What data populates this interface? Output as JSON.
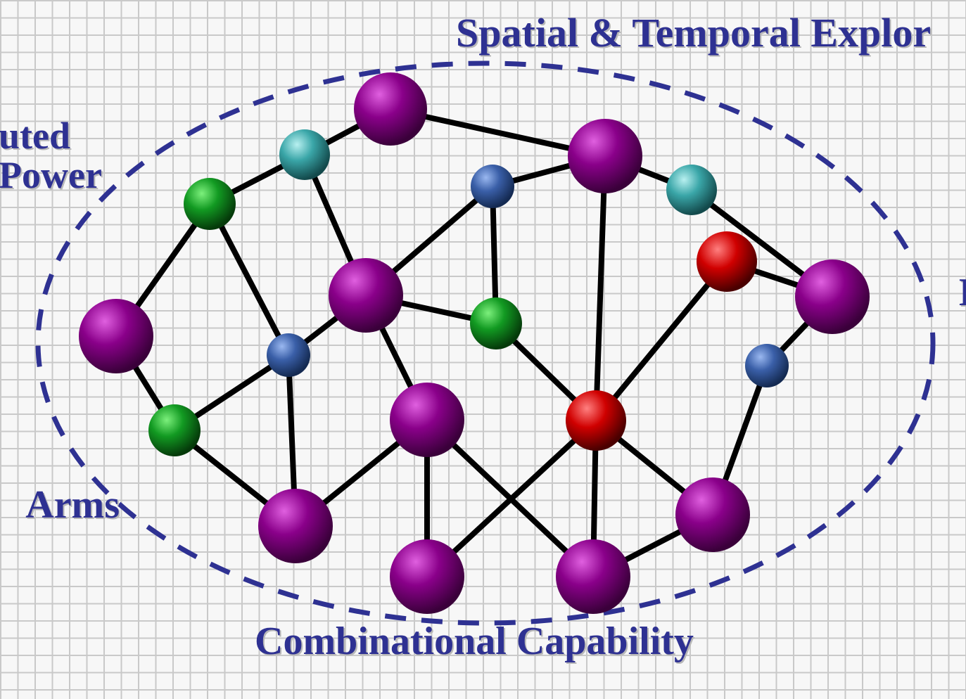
{
  "labels": {
    "top": "Spatial & Temporal Explor",
    "left_upper_line1": "uted",
    "left_upper_line2": "Power",
    "left_lower": "Arms",
    "bottom": "Combinational Capability"
  },
  "colors": {
    "text": "#2e3192",
    "ellipse": "#2e3192",
    "edge": "#000000",
    "purple": "#800080",
    "teal": "#3aa6a8",
    "green": "#1a9a2a",
    "blue": "#3a5fa8",
    "red": "#cc0000"
  },
  "nodes": [
    {
      "id": "n1",
      "kind": "purple"
    },
    {
      "id": "n2",
      "kind": "teal"
    },
    {
      "id": "n3",
      "kind": "green"
    },
    {
      "id": "n4",
      "kind": "purple"
    },
    {
      "id": "n5",
      "kind": "blue"
    },
    {
      "id": "n6",
      "kind": "green"
    },
    {
      "id": "n7",
      "kind": "purple"
    },
    {
      "id": "n8",
      "kind": "purple"
    },
    {
      "id": "n9",
      "kind": "green"
    },
    {
      "id": "n10",
      "kind": "blue"
    },
    {
      "id": "n11",
      "kind": "purple"
    },
    {
      "id": "n12",
      "kind": "purple"
    },
    {
      "id": "n13",
      "kind": "purple"
    },
    {
      "id": "n14",
      "kind": "purple"
    },
    {
      "id": "n15",
      "kind": "teal"
    },
    {
      "id": "n16",
      "kind": "red"
    },
    {
      "id": "n17",
      "kind": "purple"
    },
    {
      "id": "n18",
      "kind": "blue"
    },
    {
      "id": "n19",
      "kind": "red"
    },
    {
      "id": "n20",
      "kind": "purple"
    },
    {
      "id": "n21",
      "kind": "purple"
    }
  ],
  "edges": [
    [
      "n1",
      "n2"
    ],
    [
      "n2",
      "n3"
    ],
    [
      "n1",
      "n14"
    ],
    [
      "n3",
      "n4"
    ],
    [
      "n3",
      "n5"
    ],
    [
      "n4",
      "n6"
    ],
    [
      "n6",
      "n5"
    ],
    [
      "n6",
      "n8"
    ],
    [
      "n5",
      "n8"
    ],
    [
      "n5",
      "n7"
    ],
    [
      "n2",
      "n7"
    ],
    [
      "n7",
      "n9"
    ],
    [
      "n7",
      "n10"
    ],
    [
      "n7",
      "n11"
    ],
    [
      "n10",
      "n14"
    ],
    [
      "n10",
      "n9"
    ],
    [
      "n11",
      "n8"
    ],
    [
      "n11",
      "n12"
    ],
    [
      "n11",
      "n13"
    ],
    [
      "n9",
      "n19"
    ],
    [
      "n14",
      "n15"
    ],
    [
      "n14",
      "n19"
    ],
    [
      "n15",
      "n17"
    ],
    [
      "n16",
      "n17"
    ],
    [
      "n16",
      "n19"
    ],
    [
      "n17",
      "n18"
    ],
    [
      "n18",
      "n20"
    ],
    [
      "n19",
      "n12"
    ],
    [
      "n19",
      "n13"
    ],
    [
      "n19",
      "n20"
    ],
    [
      "n13",
      "n20"
    ]
  ]
}
